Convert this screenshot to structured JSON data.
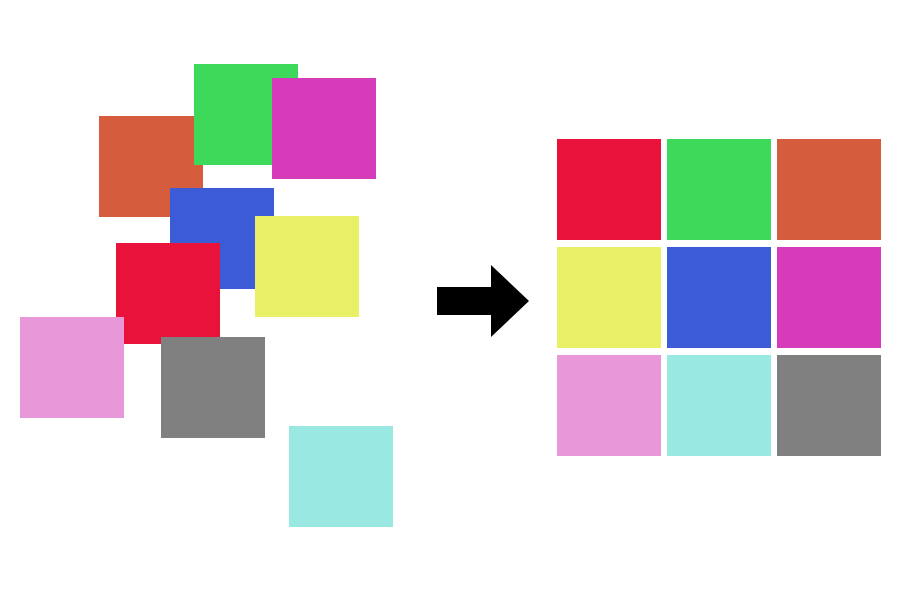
{
  "colors": {
    "red": "#e8123b",
    "green": "#3dd95a",
    "orange": "#d55c3c",
    "yellow": "#e8f065",
    "blue": "#3c5bd6",
    "magenta": "#d63cb9",
    "pink": "#e898d8",
    "cyan": "#9ae8e2",
    "gray": "#808080",
    "arrow": "#000000"
  },
  "scattered": [
    {
      "name": "orange",
      "color": "#d55c3c"
    },
    {
      "name": "green",
      "color": "#3dd95a"
    },
    {
      "name": "magenta",
      "color": "#d63cb9"
    },
    {
      "name": "blue",
      "color": "#3c5bd6"
    },
    {
      "name": "yellow",
      "color": "#e8f065"
    },
    {
      "name": "red",
      "color": "#e8123b"
    },
    {
      "name": "pink",
      "color": "#e898d8"
    },
    {
      "name": "gray",
      "color": "#808080"
    },
    {
      "name": "cyan",
      "color": "#9ae8e2"
    }
  ],
  "grid": [
    [
      "#e8123b",
      "#3dd95a",
      "#d55c3c"
    ],
    [
      "#e8f065",
      "#3c5bd6",
      "#d63cb9"
    ],
    [
      "#e898d8",
      "#9ae8e2",
      "#808080"
    ]
  ],
  "arrow_icon": "right-arrow-icon"
}
